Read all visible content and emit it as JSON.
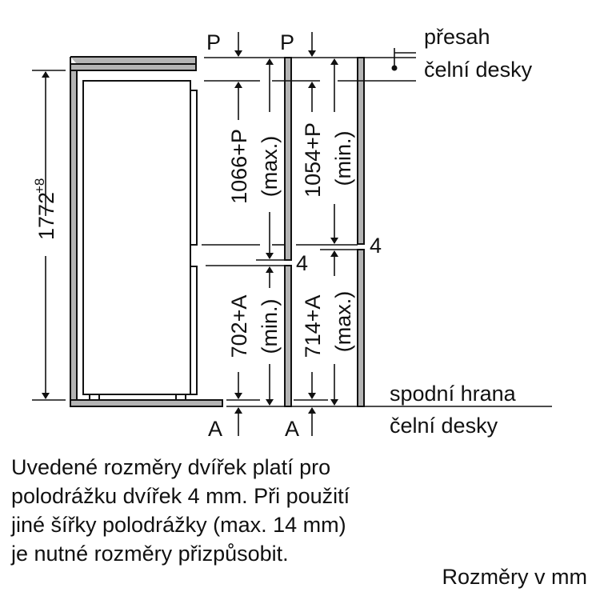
{
  "labels": {
    "p_left": "P",
    "p_right": "P",
    "a_left": "A",
    "a_right": "A",
    "upper_door_max": "1066+P",
    "upper_door_max_note": "(max.)",
    "upper_door_min": "1054+P",
    "upper_door_min_note": "(min.)",
    "lower_door_min": "702+A",
    "lower_door_min_note": "(min.)",
    "lower_door_max": "714+A",
    "lower_door_max_note": "(max.)",
    "niche_height": "1772",
    "niche_tolerance": "+8",
    "gap_left": "4",
    "gap_right": "4",
    "overhang_line1": "přesah",
    "overhang_line2": "čelní desky",
    "bottom_edge_line1": "spodní hrana",
    "bottom_edge_line2": "čelní desky"
  },
  "note": {
    "lines": [
      "Uvedené rozměry dvířek platí pro",
      "polodrážku dvířek 4 mm. Při použití",
      "jiné šířky polodrážky (max. 14 mm)",
      "je nutné rozměry přizpůsobit."
    ],
    "units": "Rozměry v mm"
  },
  "colors": {
    "panel_fill": "#b4b4b4",
    "line": "#111111"
  }
}
